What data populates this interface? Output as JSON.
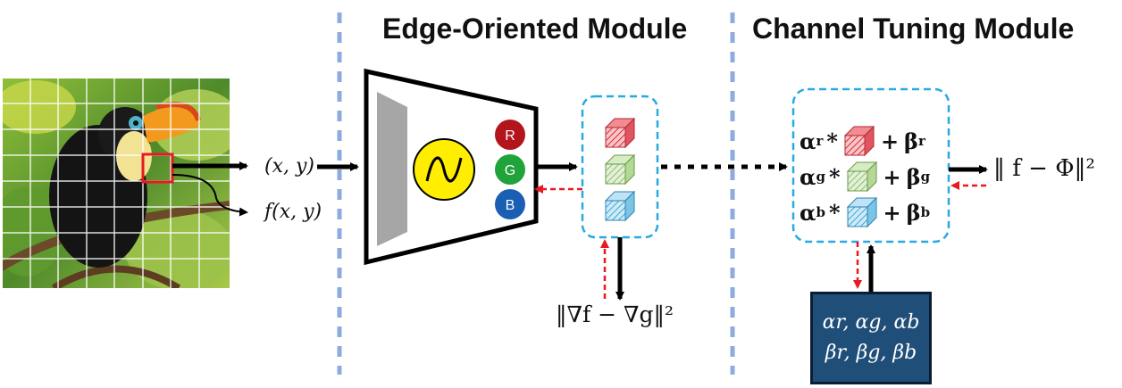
{
  "titles": {
    "edge_module": "Edge-Oriented Module",
    "channel_module": "Channel Tuning Module"
  },
  "input": {
    "coord_label": "(x, y)",
    "value_label": "f(x, y)"
  },
  "rgb": {
    "r": "R",
    "g": "G",
    "b": "B",
    "colors": {
      "r": "#b2151c",
      "g": "#1fa33a",
      "b": "#1a5fb4"
    }
  },
  "losses": {
    "gradient_loss": "‖∇f  − ∇g‖²",
    "final_loss": "‖ f − Φ‖²"
  },
  "equations": [
    {
      "alpha": "α",
      "alpha_sub": "r",
      "op": "*",
      "plus": "+",
      "beta": "β",
      "beta_sub": "r"
    },
    {
      "alpha": "α",
      "alpha_sub": "g",
      "op": "*",
      "plus": "+",
      "beta": "β",
      "beta_sub": "g"
    },
    {
      "alpha": "α",
      "alpha_sub": "b",
      "op": "*",
      "plus": "+",
      "beta": "β",
      "beta_sub": "b"
    }
  ],
  "params": {
    "line1": "αr, αg, αb",
    "line2": "βr, βg, βb"
  },
  "colors": {
    "dashed_box": "#29a9e0",
    "divider": "#8faadc",
    "feedback": "#e8191f",
    "sine_fill": "#ffee00",
    "cube_red": "#e4464f",
    "cube_green": "#a9d18e",
    "cube_blue": "#5bb6e0"
  }
}
